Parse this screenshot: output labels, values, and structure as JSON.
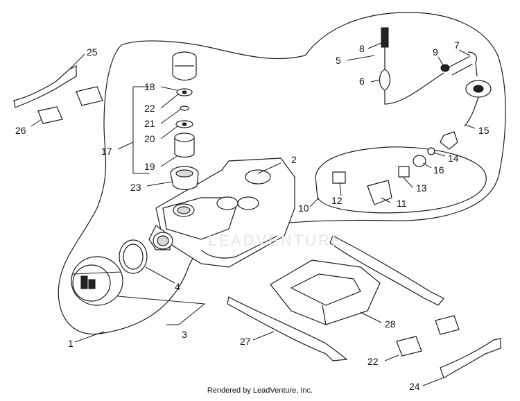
{
  "callouts": [
    "1",
    "2",
    "3",
    "4",
    "5",
    "6",
    "7",
    "8",
    "9",
    "10",
    "11",
    "12",
    "13",
    "14",
    "15",
    "16",
    "17",
    "18",
    "19",
    "20",
    "21",
    "22",
    "22",
    "23",
    "24",
    "25",
    "26",
    "27",
    "28"
  ],
  "watermark": "LEADVENTURE",
  "footer": "Rendered by LeadVenture, Inc."
}
